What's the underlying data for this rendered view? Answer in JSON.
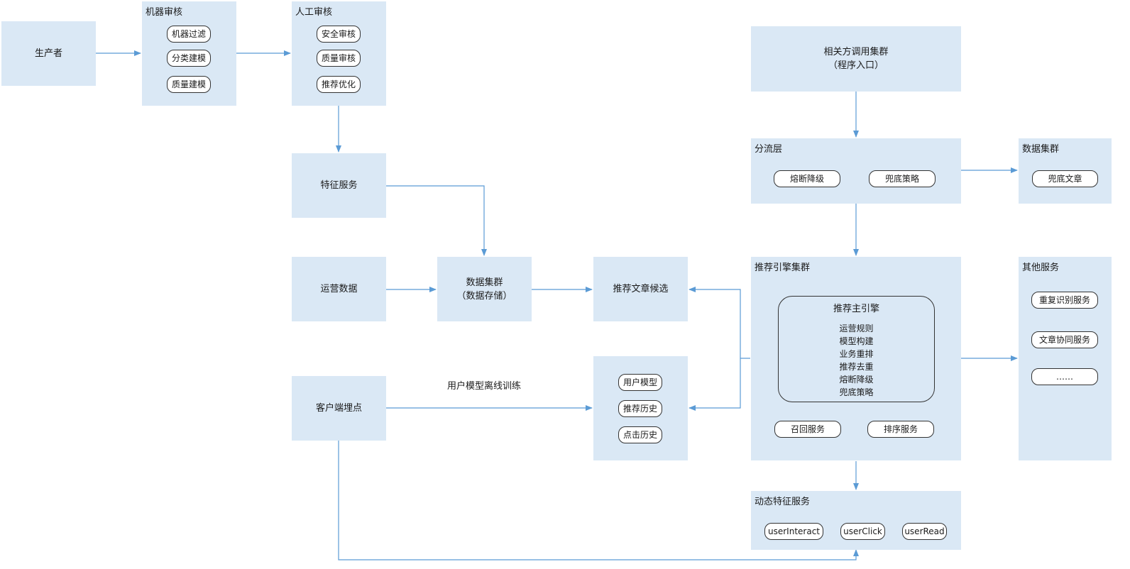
{
  "nodes": {
    "producer": "生产者",
    "machine_review": {
      "title": "机器审核",
      "items": [
        "机器过滤",
        "分类建模",
        "质量建模"
      ]
    },
    "manual_review": {
      "title": "人工审核",
      "items": [
        "安全审核",
        "质量审核",
        "推荐优化"
      ]
    },
    "feature_service": "特征服务",
    "ops_data": "运营数据",
    "data_cluster_storage": {
      "line1": "数据集群",
      "line2": "（数据存储）"
    },
    "candidates": "推荐文章候选",
    "client_tracking": "客户端埋点",
    "user_profile": {
      "items": [
        "用户模型",
        "推荐历史",
        "点击历史"
      ]
    },
    "caller_cluster": {
      "line1": "相关方调用集群",
      "line2": "（程序入口）"
    },
    "shunt_layer": {
      "title": "分流层",
      "items": [
        "熔断降级",
        "兜底策略"
      ]
    },
    "data_cluster_right": {
      "title": "数据集群",
      "items": [
        "兜底文章"
      ]
    },
    "engine_cluster": {
      "title": "推荐引擎集群",
      "main_engine": {
        "title": "推荐主引擎",
        "items": [
          "运营规则",
          "模型构建",
          "业务重排",
          "推荐去重",
          "熔断降级",
          "兜底策略"
        ]
      },
      "sub_services": [
        "召回服务",
        "排序服务"
      ]
    },
    "other_services": {
      "title": "其他服务",
      "items": [
        "重复识别服务",
        "文章协同服务",
        "……"
      ]
    },
    "dynamic_features": {
      "title": "动态特征服务",
      "items": [
        "userInteract",
        "userClick",
        "userRead"
      ]
    }
  },
  "edge_labels": {
    "offline_training": "用户模型离线训练"
  },
  "colors": {
    "box_fill": "#dae8f5",
    "edge": "#5b9bd5",
    "pill_border": "#333333"
  }
}
